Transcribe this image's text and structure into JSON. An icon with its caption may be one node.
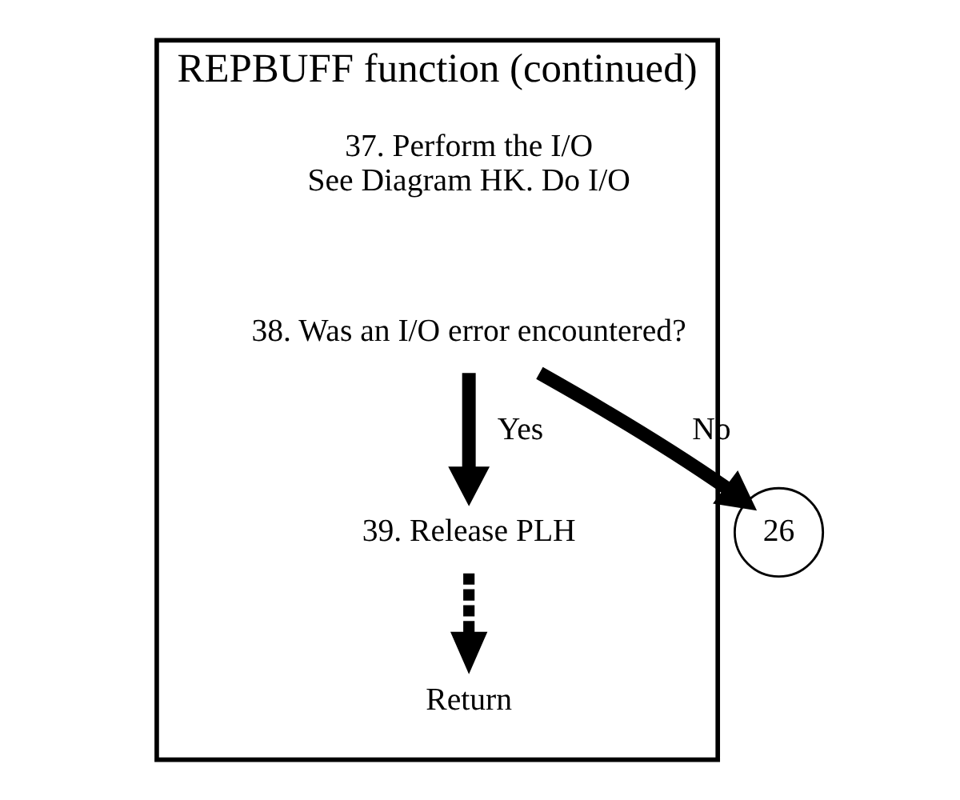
{
  "diagram": {
    "nodes": [
      {
        "text": [
          "REPBUFF function (continued)"
        ]
      },
      {
        "text": [
          "37. Perform the I/O",
          "See Diagram HK. Do I/O"
        ],
        "in": 0
      },
      {
        "text": [
          "38. Was an I/O error encountered?"
        ],
        "in": 0
      },
      {
        "text": [
          "39. Release PLH"
        ],
        "in": 0
      },
      {
        "text": [
          "Return"
        ],
        "in": 0
      },
      {
        "text": [
          "26"
        ]
      }
    ],
    "edges": [
      {
        "from": 2,
        "to": 5,
        "arrow": "to",
        "label": "No"
      },
      {
        "from": 2,
        "to": 3,
        "arrow": "to",
        "label": "Yes"
      },
      {
        "from": 3,
        "to": 4,
        "arrow": "to",
        "style": "dashed"
      }
    ]
  }
}
